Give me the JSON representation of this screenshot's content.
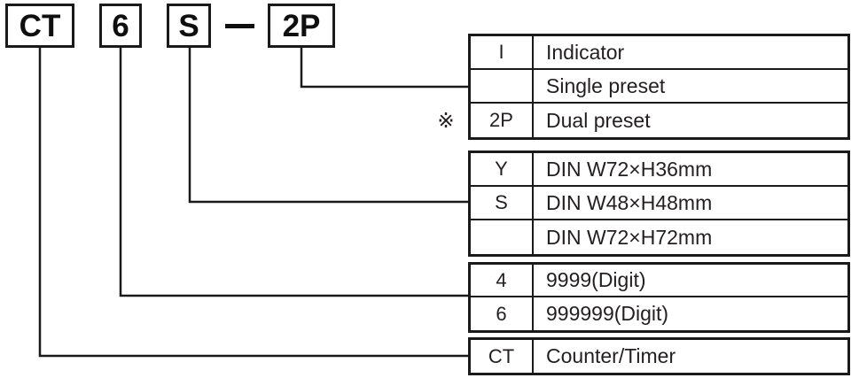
{
  "model_code": {
    "segments": [
      {
        "name": "series",
        "label": "CT"
      },
      {
        "name": "digits",
        "label": "6"
      },
      {
        "name": "size",
        "label": "S"
      },
      {
        "name": "separator",
        "label": "—"
      },
      {
        "name": "preset",
        "label": "2P"
      }
    ],
    "full": "CT6S-2P"
  },
  "reference_mark": "※",
  "groups": [
    {
      "name": "preset-type",
      "rows": [
        {
          "code": "I",
          "desc": "Indicator",
          "marked": false
        },
        {
          "code": "",
          "desc": "Single preset",
          "marked": false
        },
        {
          "code": "2P",
          "desc": "Dual preset",
          "marked": true
        }
      ]
    },
    {
      "name": "panel-size",
      "rows": [
        {
          "code": "Y",
          "desc": "DIN W72×H36mm",
          "marked": false
        },
        {
          "code": "S",
          "desc": "DIN W48×H48mm",
          "marked": false
        },
        {
          "code": "",
          "desc": "DIN W72×H72mm",
          "marked": false
        }
      ]
    },
    {
      "name": "digit-count",
      "rows": [
        {
          "code": "4",
          "desc": "9999(Digit)",
          "marked": false
        },
        {
          "code": "6",
          "desc": "999999(Digit)",
          "marked": false
        }
      ]
    },
    {
      "name": "series-type",
      "rows": [
        {
          "code": "CT",
          "desc": "Counter/Timer",
          "marked": false
        }
      ]
    }
  ],
  "colors": {
    "line": "#1a1a1a",
    "text": "#231f20",
    "background": "#ffffff"
  }
}
